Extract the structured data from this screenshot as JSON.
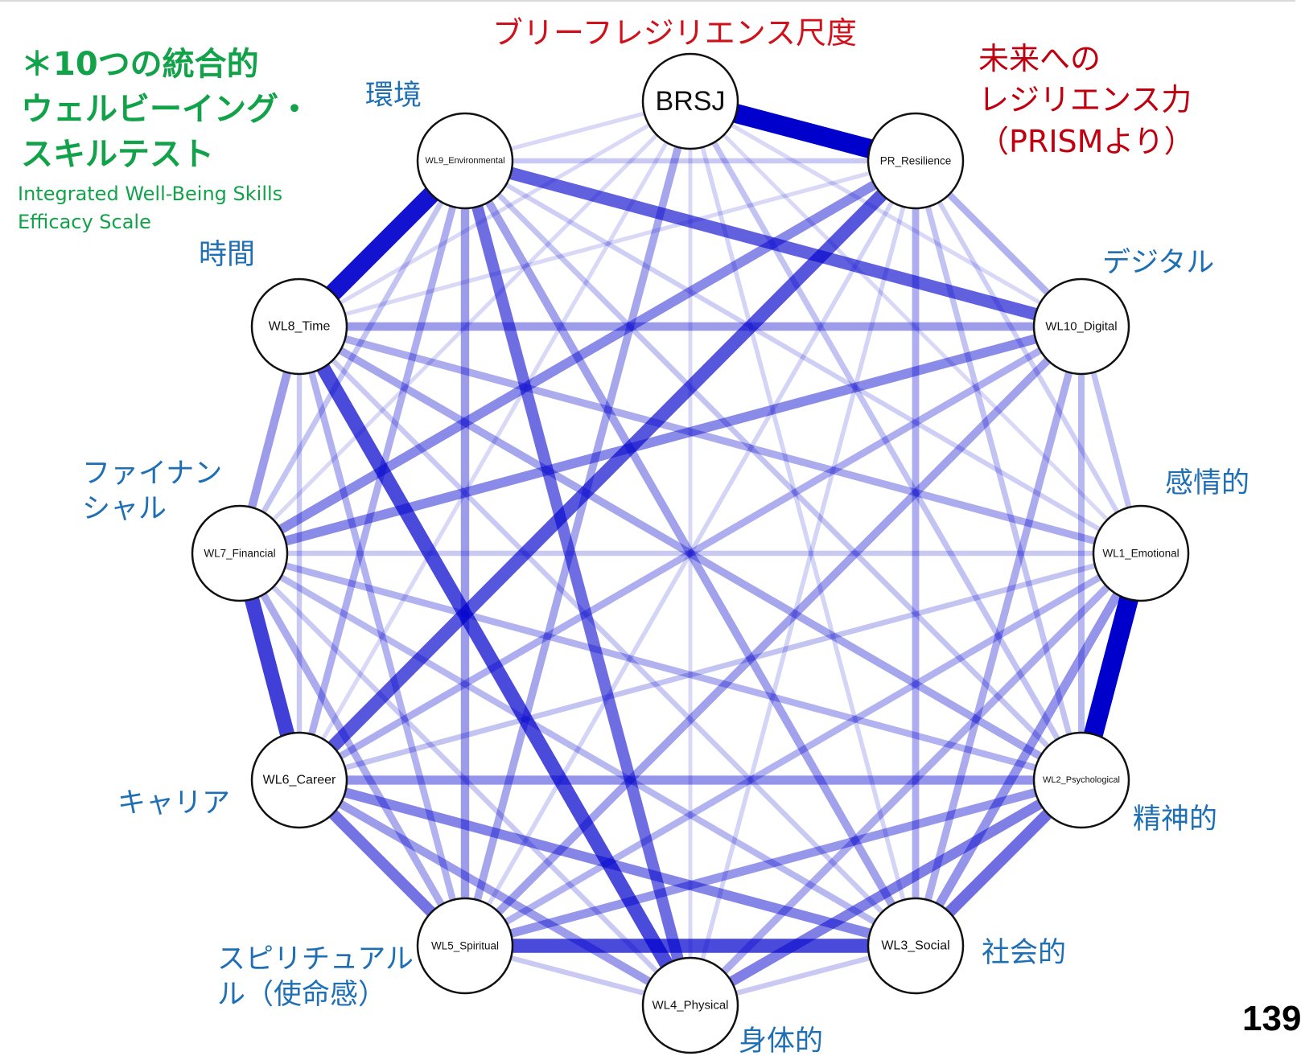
{
  "title_note": {
    "line1": "＊10つの統合的",
    "line2": "ウェルビーイング・",
    "line3": "スキルテスト",
    "en_line1": "Integrated Well-Being Skills",
    "en_line2": "Efficacy Scale"
  },
  "brsj_label": "ブリーフレジリエンス尺度",
  "prism_label": {
    "line1": "未来への",
    "line2": "レジリエンス力",
    "line3": "（PRISMより）"
  },
  "category_labels": {
    "environment": "環境",
    "time": "時間",
    "digital": "デジタル",
    "financial_1": "ファイナン",
    "financial_2": "シャル",
    "emotional": "感情的",
    "career": "キャリア",
    "psychological": "精神的",
    "spiritual_1": "スピリチュアル",
    "spiritual_2": "ル（使命感）",
    "social": "社会的",
    "physical": "身体的"
  },
  "page_number": "139",
  "colors": {
    "edge": "#0000cc",
    "blue_label": "#1f6fb5",
    "red_label": "#d0111b",
    "green_label": "#12a34a"
  },
  "nodes": [
    {
      "id": "BRSJ",
      "label": "BRSJ"
    },
    {
      "id": "PR",
      "label": "PR_Resilience"
    },
    {
      "id": "WL10",
      "label": "WL10_Digital"
    },
    {
      "id": "WL1",
      "label": "WL1_Emotional"
    },
    {
      "id": "WL2",
      "label": "WL2_Psychological"
    },
    {
      "id": "WL3",
      "label": "WL3_Social"
    },
    {
      "id": "WL4",
      "label": "WL4_Physical"
    },
    {
      "id": "WL5",
      "label": "WL5_Spiritual"
    },
    {
      "id": "WL6",
      "label": "WL6_Career"
    },
    {
      "id": "WL7",
      "label": "WL7_Financial"
    },
    {
      "id": "WL8",
      "label": "WL8_Time"
    },
    {
      "id": "WL9",
      "label": "WL9_Environmental"
    }
  ],
  "edges": [
    {
      "a": "BRSJ",
      "b": "PR",
      "w": 1.0
    },
    {
      "a": "WL1",
      "b": "WL2",
      "w": 1.0
    },
    {
      "a": "WL8",
      "b": "WL9",
      "w": 0.92
    },
    {
      "a": "WL6",
      "b": "WL7",
      "w": 0.72
    },
    {
      "a": "WL4",
      "b": "WL8",
      "w": 0.68
    },
    {
      "a": "WL3",
      "b": "WL5",
      "w": 0.68
    },
    {
      "a": "PR",
      "b": "WL6",
      "w": 0.62
    },
    {
      "a": "WL9",
      "b": "WL10",
      "w": 0.58
    },
    {
      "a": "WL4",
      "b": "WL9",
      "w": 0.52
    },
    {
      "a": "WL2",
      "b": "WL3",
      "w": 0.52
    },
    {
      "a": "WL5",
      "b": "WL6",
      "w": 0.5
    },
    {
      "a": "WL2",
      "b": "WL4",
      "w": 0.44
    },
    {
      "a": "WL3",
      "b": "WL6",
      "w": 0.42
    },
    {
      "a": "PR",
      "b": "WL7",
      "w": 0.4
    },
    {
      "a": "WL10",
      "b": "WL7",
      "w": 0.4
    },
    {
      "a": "WL2",
      "b": "WL6",
      "w": 0.36
    },
    {
      "a": "WL1",
      "b": "WL3",
      "w": 0.36
    },
    {
      "a": "WL2",
      "b": "WL5",
      "w": 0.34
    },
    {
      "a": "WL4",
      "b": "WL6",
      "w": 0.32
    },
    {
      "a": "WL5",
      "b": "WL9",
      "w": 0.32
    },
    {
      "a": "WL7",
      "b": "WL8",
      "w": 0.32
    },
    {
      "a": "WL8",
      "b": "WL10",
      "w": 0.32
    },
    {
      "a": "WL3",
      "b": "WL9",
      "w": 0.3
    },
    {
      "a": "WL5",
      "b": "WL10",
      "w": 0.3
    },
    {
      "a": "BRSJ",
      "b": "WL5",
      "w": 0.28
    },
    {
      "a": "WL2",
      "b": "WL8",
      "w": 0.28
    },
    {
      "a": "WL1",
      "b": "WL8",
      "w": 0.26
    },
    {
      "a": "WL10",
      "b": "WL3",
      "w": 0.26
    },
    {
      "a": "WL5",
      "b": "WL7",
      "w": 0.26
    },
    {
      "a": "WL4",
      "b": "WL1",
      "w": 0.26
    },
    {
      "a": "PR",
      "b": "WL3",
      "w": 0.24
    },
    {
      "a": "WL10",
      "b": "WL6",
      "w": 0.24
    },
    {
      "a": "WL9",
      "b": "WL6",
      "w": 0.24
    },
    {
      "a": "WL1",
      "b": "WL5",
      "w": 0.22
    },
    {
      "a": "WL2",
      "b": "WL7",
      "w": 0.22
    },
    {
      "a": "WL8",
      "b": "WL5",
      "w": 0.22
    },
    {
      "a": "PR",
      "b": "WL10",
      "w": 0.22
    },
    {
      "a": "WL3",
      "b": "WL7",
      "w": 0.2
    },
    {
      "a": "WL10",
      "b": "WL2",
      "w": 0.2
    },
    {
      "a": "BRSJ",
      "b": "WL2",
      "w": 0.16
    },
    {
      "a": "WL10",
      "b": "WL1",
      "w": 0.16
    },
    {
      "a": "PR",
      "b": "WL2",
      "w": 0.16
    },
    {
      "a": "WL9",
      "b": "WL2",
      "w": 0.14
    },
    {
      "a": "WL9",
      "b": "WL7",
      "w": 0.14
    },
    {
      "a": "PR",
      "b": "WL9",
      "w": 0.12
    },
    {
      "a": "WL1",
      "b": "WL6",
      "w": 0.14
    },
    {
      "a": "WL1",
      "b": "WL7",
      "w": 0.12
    },
    {
      "a": "WL1",
      "b": "WL9",
      "w": 0.1
    },
    {
      "a": "PR",
      "b": "WL1",
      "w": 0.1
    },
    {
      "a": "WL4",
      "b": "WL5",
      "w": 0.12
    },
    {
      "a": "WL4",
      "b": "WL3",
      "w": 0.12
    },
    {
      "a": "WL3",
      "b": "WL8",
      "w": 0.12
    },
    {
      "a": "WL4",
      "b": "WL7",
      "w": 0.12
    },
    {
      "a": "WL6",
      "b": "WL8",
      "w": 0.12
    },
    {
      "a": "BRSJ",
      "b": "WL4",
      "w": 0.05
    },
    {
      "a": "BRSJ",
      "b": "WL3",
      "w": 0.08
    },
    {
      "a": "BRSJ",
      "b": "WL9",
      "w": 0.06
    },
    {
      "a": "BRSJ",
      "b": "WL10",
      "w": 0.06
    },
    {
      "a": "BRSJ",
      "b": "WL6",
      "w": 0.06
    },
    {
      "a": "BRSJ",
      "b": "WL7",
      "w": 0.05
    },
    {
      "a": "BRSJ",
      "b": "WL8",
      "w": 0.05
    },
    {
      "a": "BRSJ",
      "b": "WL1",
      "w": 0.05
    },
    {
      "a": "PR",
      "b": "WL5",
      "w": 0.08
    },
    {
      "a": "PR",
      "b": "WL4",
      "w": 0.08
    },
    {
      "a": "PR",
      "b": "WL8",
      "w": 0.06
    }
  ]
}
